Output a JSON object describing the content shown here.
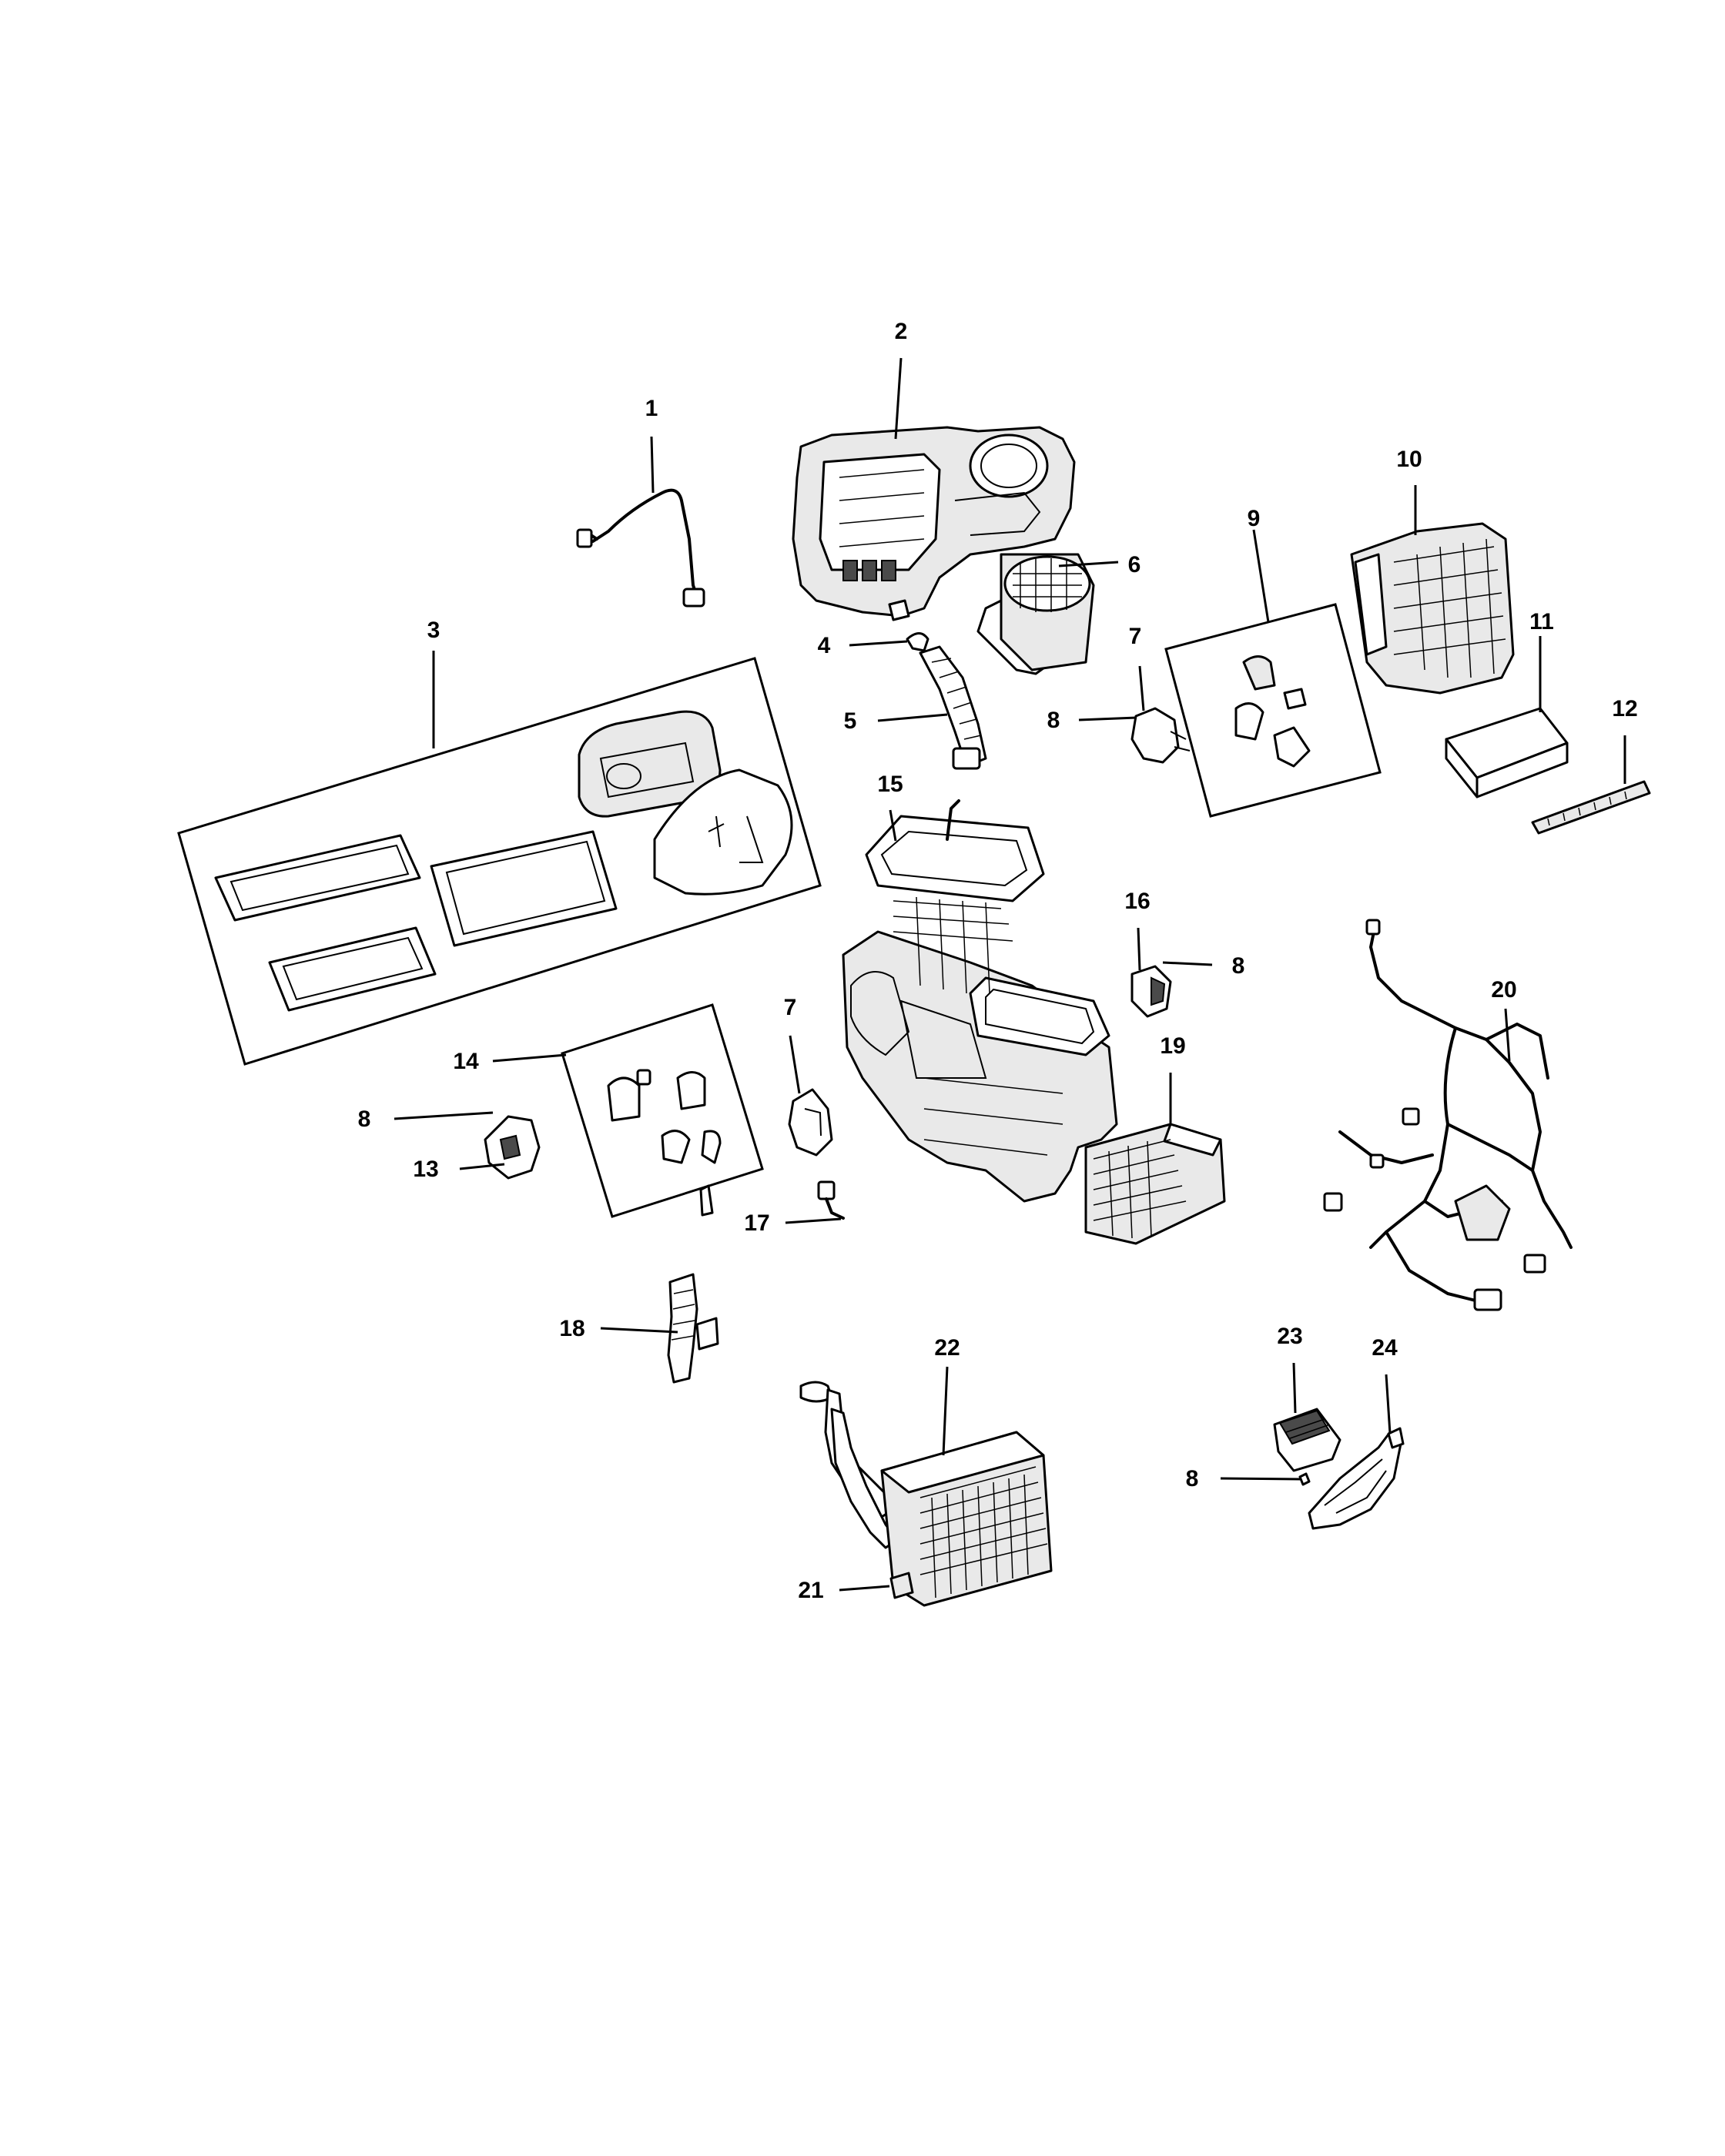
{
  "callouts": {
    "c1": "1",
    "c2": "2",
    "c3": "3",
    "c4": "4",
    "c5": "5",
    "c6": "6",
    "c7a": "7",
    "c7b": "7",
    "c8a": "8",
    "c8b": "8",
    "c8c": "8",
    "c8d": "8",
    "c9": "9",
    "c10": "10",
    "c11": "11",
    "c12": "12",
    "c13": "13",
    "c14": "14",
    "c15": "15",
    "c16": "16",
    "c17": "17",
    "c18": "18",
    "c19": "19",
    "c20": "20",
    "c21": "21",
    "c22": "22",
    "c23": "23",
    "c24": "24"
  },
  "colors": {
    "line": "#000000",
    "background": "#ffffff",
    "shade": "#e9e9e9",
    "dark": "#4a4a4a"
  }
}
